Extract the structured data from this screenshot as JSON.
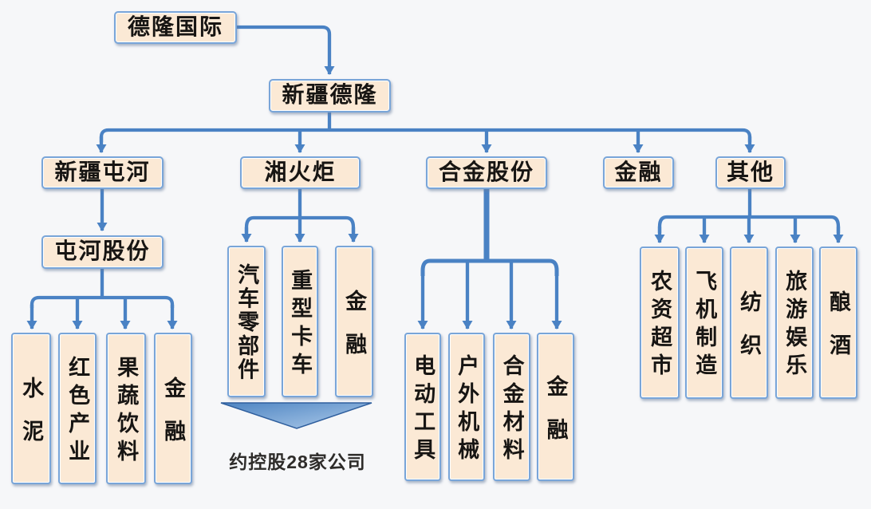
{
  "org": {
    "root": "德隆国际",
    "holding": "新疆德隆",
    "branches": [
      {
        "name": "新疆屯河",
        "sub": "屯河股份",
        "units": [
          "水泥",
          "红色产业",
          "果蔬饮料",
          "金融"
        ]
      },
      {
        "name": "湘火炬",
        "units": [
          "汽车零部件",
          "重型卡车",
          "金融"
        ],
        "note": "约控股28家公司"
      },
      {
        "name": "合金股份",
        "units": [
          "电动工具",
          "户外机械",
          "合金材料",
          "金融"
        ]
      },
      {
        "name": "金融"
      },
      {
        "name": "其他",
        "units": [
          "农资超市",
          "飞机制造",
          "纺织",
          "旅游娱乐",
          "酿酒"
        ]
      }
    ]
  },
  "colors": {
    "box_fill": "#fbe9d5",
    "box_border": "#79a5d8",
    "connector": "#4a82c4",
    "triangle_dark": "#4d84c2",
    "triangle_light": "#aecbea",
    "text": "#171513"
  }
}
